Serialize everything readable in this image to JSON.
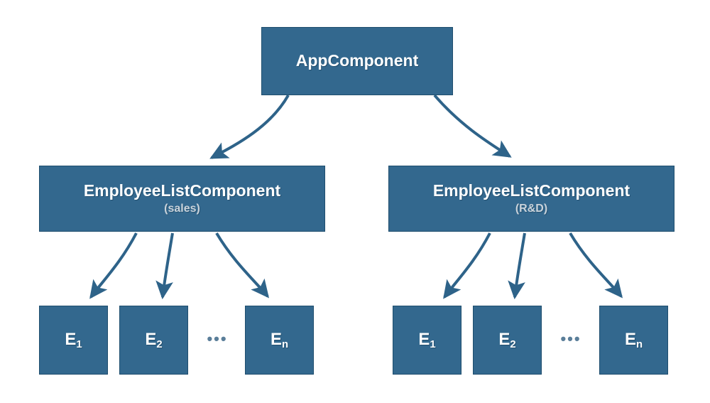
{
  "diagram": {
    "type": "component-tree",
    "background_color": "#FFFFFF",
    "node_fill_color": "#33688E",
    "node_border_color": "#1F4E6E",
    "node_text_color": "#FFFFFF",
    "subtitle_text_color": "#C9D3DB",
    "edge_color": "#2E6389",
    "root": {
      "id": "app-component",
      "title": "AppComponent"
    },
    "branches": [
      {
        "id": "employee-list-sales",
        "title": "EmployeeListComponent",
        "subtitle": "(sales)",
        "leaves": [
          {
            "id": "sales-e1",
            "base": "E",
            "sub": "1"
          },
          {
            "id": "sales-e2",
            "base": "E",
            "sub": "2"
          },
          {
            "id": "sales-en",
            "base": "E",
            "sub": "n"
          }
        ],
        "ellipsis": "•••"
      },
      {
        "id": "employee-list-rd",
        "title": "EmployeeListComponent",
        "subtitle": "(R&D)",
        "leaves": [
          {
            "id": "rd-e1",
            "base": "E",
            "sub": "1"
          },
          {
            "id": "rd-e2",
            "base": "E",
            "sub": "2"
          },
          {
            "id": "rd-en",
            "base": "E",
            "sub": "n"
          }
        ],
        "ellipsis": "•••"
      }
    ]
  }
}
